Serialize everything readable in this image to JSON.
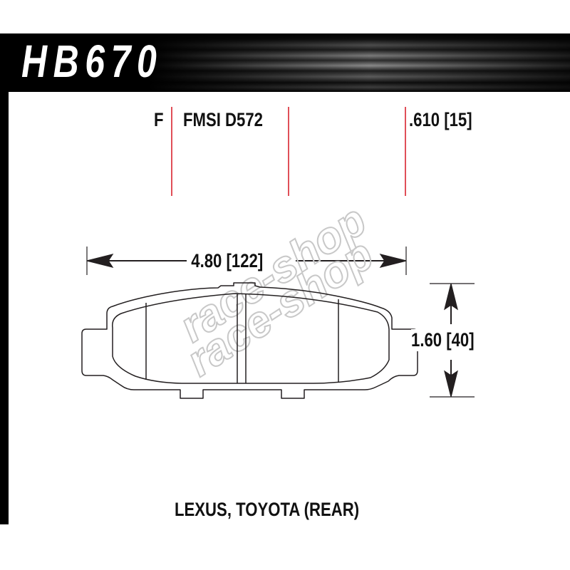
{
  "header": {
    "part_number": "HB670"
  },
  "specs": {
    "position": "F",
    "fmsi": "FMSI D572",
    "thickness": ".610 [15]"
  },
  "dimensions": {
    "width": "4.80 [122]",
    "height": "1.60 [40]"
  },
  "application": "LEXUS, TOYOTA (REAR)",
  "watermark": "race-shop",
  "colors": {
    "marker_line": "#d9232e",
    "outline": "#231f20",
    "header": "#000000"
  }
}
